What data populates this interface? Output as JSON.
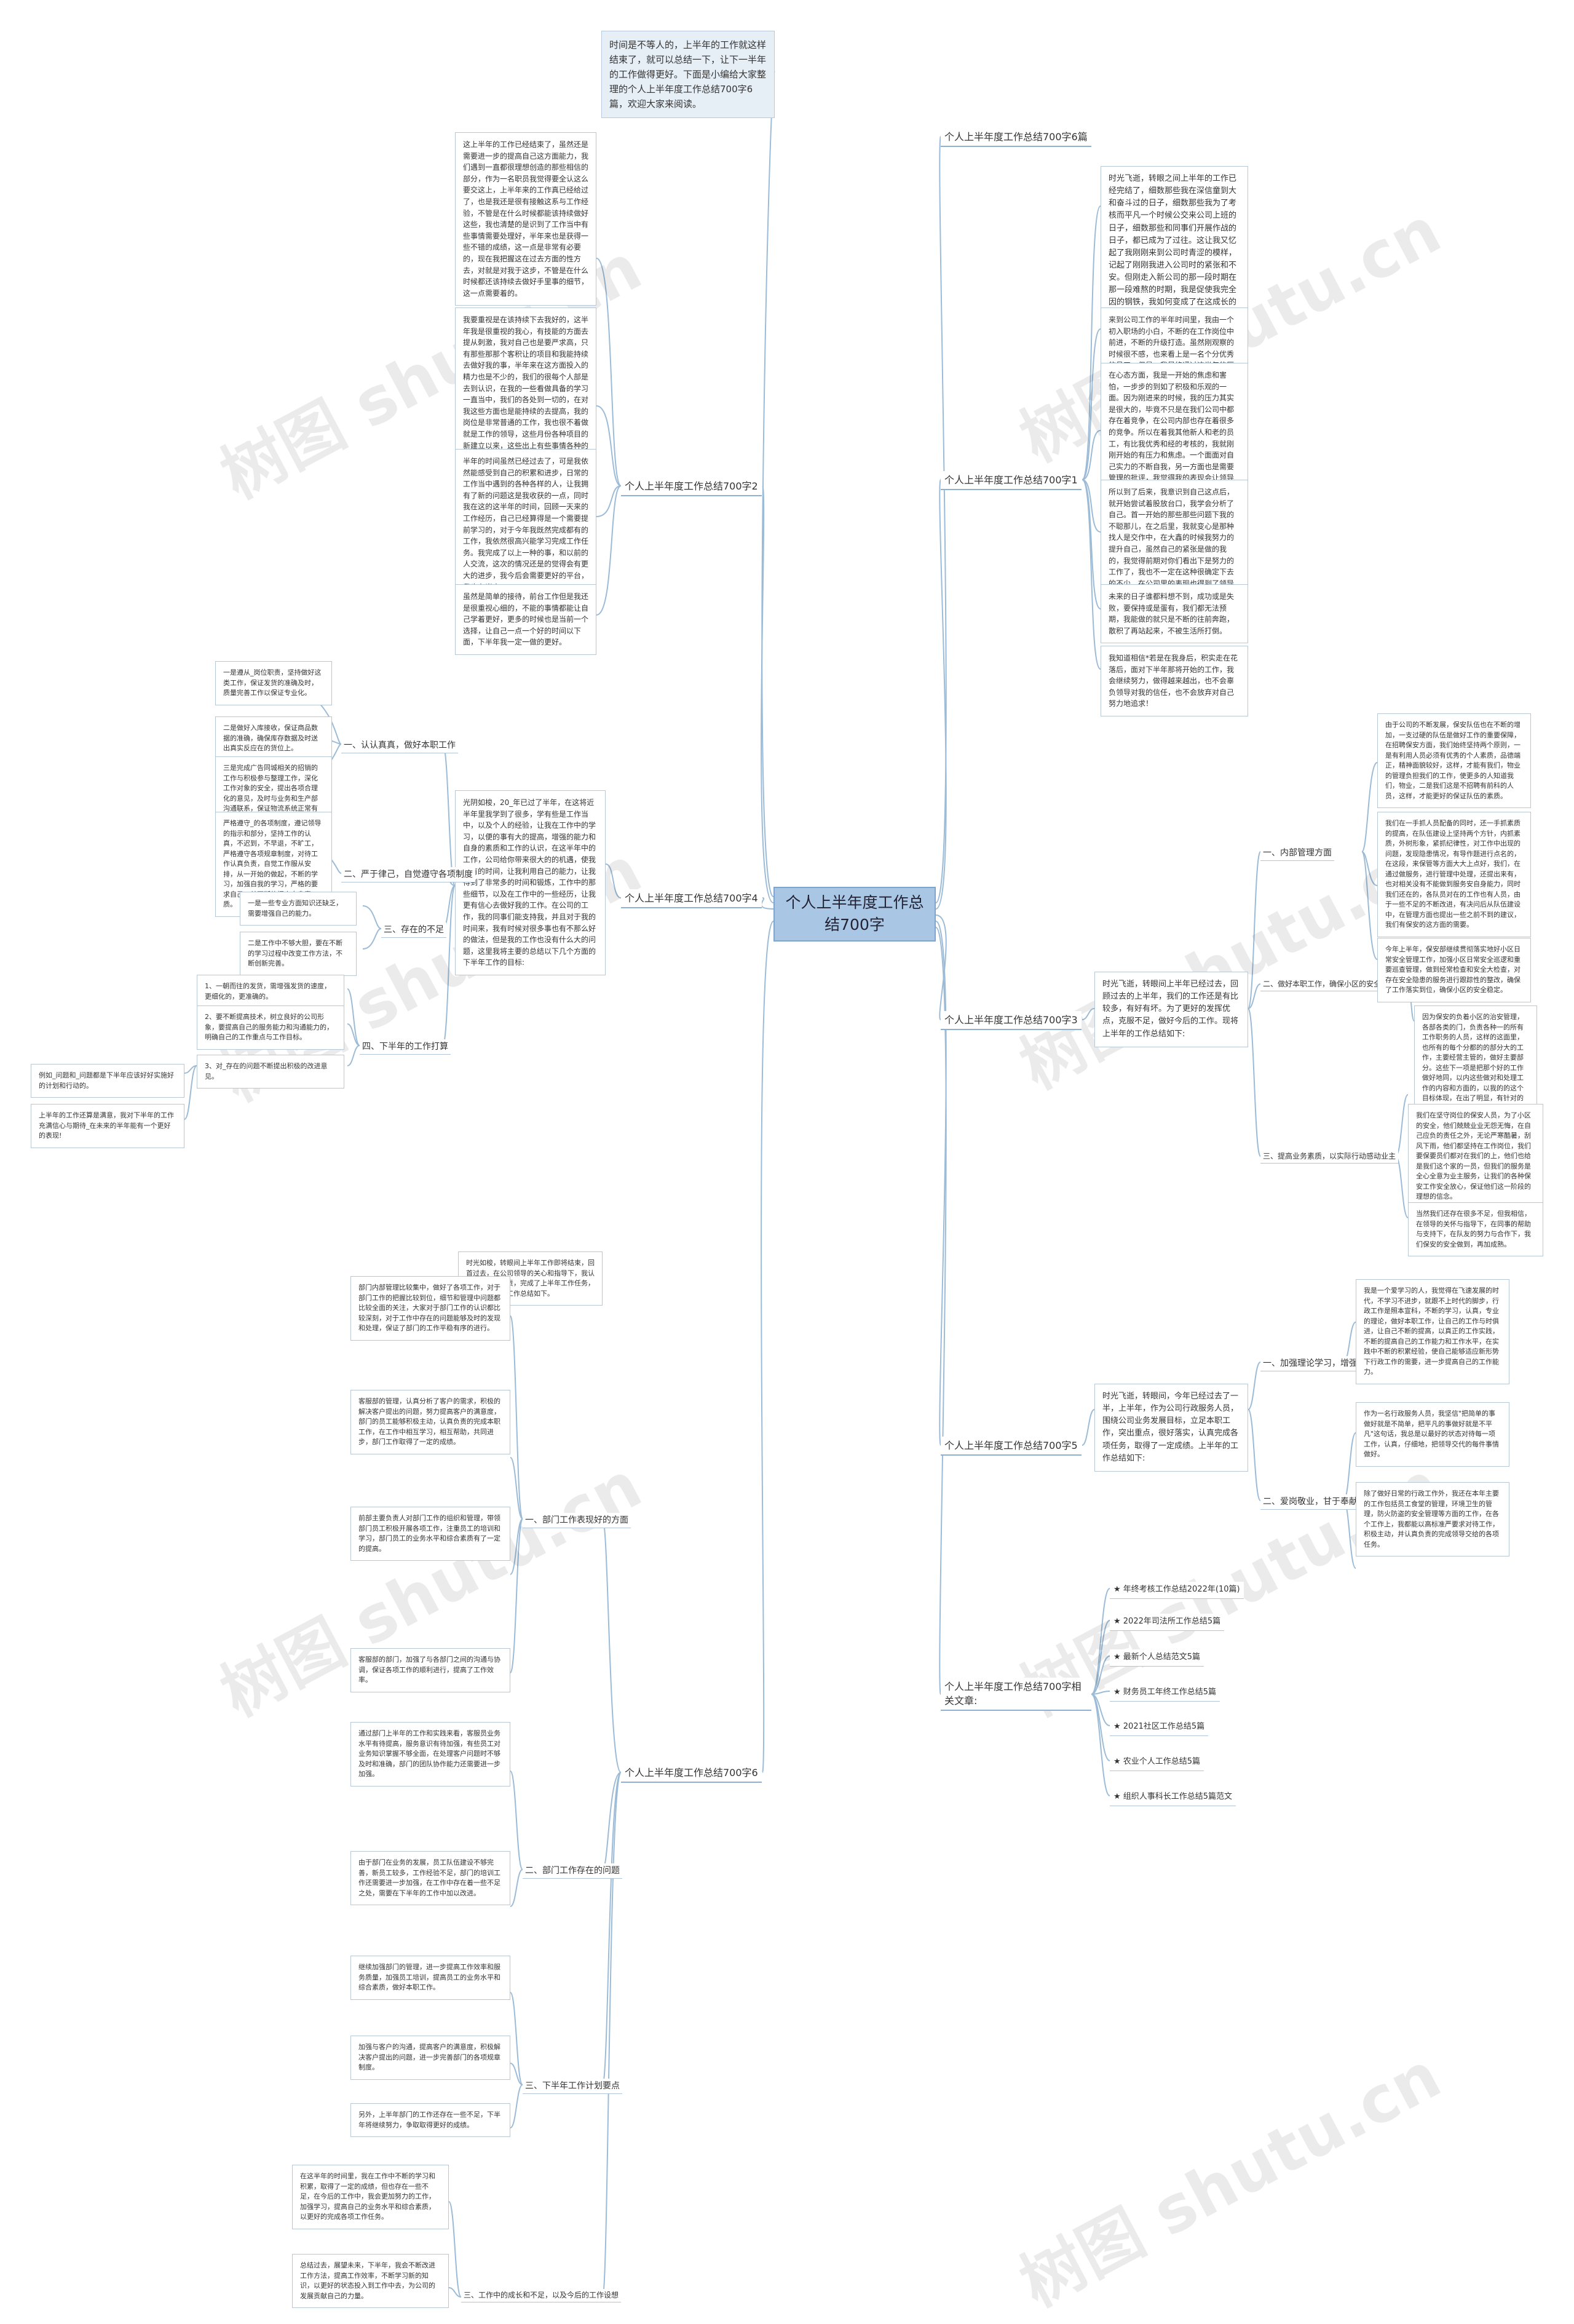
{
  "root": "个人上半年度工作总结700字",
  "intro": "时间是不等人的，上半年的工作就这样结束了，就可以总结一下，让下一半年的工作做得更好。下面是小编给大家整理的个人上半年度工作总结700字6篇，欢迎大家来阅读。",
  "branches": {
    "b6": "个人上半年度工作总结700字6篇",
    "b1": "个人上半年度工作总结700字1",
    "b2": "个人上半年度工作总结700字2",
    "b3": "个人上半年度工作总结700字3",
    "b4": "个人上半年度工作总结700字4",
    "b5": "个人上半年度工作总结700字5",
    "b6w": "个人上半年度工作总结700字6",
    "rel": "个人上半年度工作总结700字相关文章:"
  },
  "b1_boxes": [
    "时光飞逝，转眼之间上半年的工作已经完结了，细数那些我在深信童到大和奋斗过的日子，细数那些我为了考核而平凡一个时候公交来公司上班的日子，细数那些和同事们开展作战的日子，都已成为了过往。这让我又忆起了我刚刚来到公司时青涩的模样，记起了刚刚我进入公司时的紧张和不安。但刚走入新公司的那一段时期在那一段难熬的时期，我是促使我完全因的钢铁，我如何变成了在这成长的步是，留下的都是我成长的痕迹。",
    "来到公司工作的半年时间里，我由一个初入职场的小白，不断的在工作岗位中前进，不断的升级打造。虽然刚观察的时候很不感，也来看上是一名个分优秀的员工，但是，我最终通过这半年的历练，我也成长到了多。现在进步还是的方面都体现在了我的心态和工作上面。",
    "在心态方面，我是一开始的焦虑和害怕，一步步的到如了积极和乐观的一面。因为刚进来的时候，我的压力其实是很大的，毕竟不只是在我们公司中都存在着竞争，在公司内部也存在着很多的竞争。所以在着我其他新人和老的员工，有比我优秀和经的考核的，我就刚刚开始的有压力和焦虑。一个面面对自己实力的不断自我，另一方面也是需要管理的批评，我觉得我的表现会让领导失望。当我怀着这种心态工作的时候，就能自身受不到在工作中的进步感。",
    "所以到了后来，我意识到自己这点后，就开始尝试着股放台口，我学会分析了自己。首一开始的那些那些问题下我的不聪那儿，在之后里，我就变心是那种找人是交作中，在大鑫的时候我努力的提升自己，虽然自己的紧张是做的我的，我觉得前期对你们看出下是努力的工作了，我也不一定在这种很确定下去的不少，在公司里的表现也得到了领导越来越多的肯定。",
    "未来的日子谁都料想不到，成功或是失败，要保持或是蛋有，我们都无法预期，我能做的就只是不断的往前奔跑，散积了再站起来，不被生活所打倒。",
    "我知道相信*若是在我身后，积实走在花落后，面对下半年那将开始的工作，我会继续努力，做得越来越出，也不会辜负领导对我的信任，也不会放弃对自己努力地追求！"
  ],
  "b2_boxes": [
    "这上半年的工作已经结束了，虽然还是需要进一步的提高自己这方面能力，我们遇到一直都很理想创造的那些相信的部分，作为一名职员我觉得要全认这么要交这上，上半年来的工作真已经给过了，也是我还是很有接触这系与工作经验，不管是在什么时候都能该持续做好这些，我也清楚的是识到了工作当中有些事情需要处理好，半年来也是获得一些不错的成绩，这一点是非常有必要的，现在我把握这在过去方面的性方去，对就是对我于这步，不管是在什么时候都还该持续去做好手里事的细节，这一点需要着的。",
    "我要重视是在该持续下去我好的，这半年我是很重视的我心，有技能的方面去提从刺激，我对自己也是要严求高，只有那些那那个客积让的项目和我能持续去做好我的事，半年来在这方面投入的精力也是不少的，我们的很每个人部是去到认识，在我的一些看做具备的学习一直当中，我们的各处到一切的，在对我这些方面也是能持续的去提高，我的岗位是非常普通的工作，我也很不着做就是工作的领导，这些月份各种项目的新建立以来，这些出上有些事情各种的不到是，每领导的需要对我认真的态度。在这段时候，我很清楚的落实工作我领导还是的工作，一方面也是很清楚，我们所要求等，这样面对自己的压力，我也能处理得当工作，这是需要给领导的交给的，这样下，一些的要求，不管是在此前不得的自己。",
    "半年的时间虽然已经过去了，可是我依然能感受到自己的积累和进步，日常的工作当中遇到的各种各样的人，让我拥有了新的问题这是我收获的一点，同时我在这的这半年的时间，回顾一天来的工作经历，自己已经算得是一个需要提前学习的，对于今年我既然完成都有的工作，我依然很高兴能学习完成工作任务。我完成了以上一种的事，和以前的人交流，这次的情况还是的觉得会有更大的进步，我今后会需要更好的平台，我也在当中。",
    "虽然是简单的接待，前台工作但是我还是很重视心细的，不能的事情都能让自己学着更好，更多的时候也是当前一个选择，让自己一点一个好的时间以下面，下半年我一定一做的更好。"
  ],
  "b3_label": "时光飞逝，转眼间上半年已经过去，回顾过去的上半年，我们的工作还是有比较多，有好有坏。为了更好的发挥优点，克服不足，做好今后的工作。现将上半年的工作总结如下:",
  "b3_subs": [
    {
      "label": "一、内部管理方面",
      "boxes": [
        "由于公司的不断发展，保安队伍也在不断的增加，一支过硬的队伍是做好工作的重要保障，在招聘保安方面，我们始终坚持两个原则，一是有利用人员必须有优秀的个人素质，品德端正，精神面貌较好，这样，才能有我们，物业的管理负担我们的工作，使更多的人知道我们，物业，二是我们这是不招聘有前科的人员，这样，才能更好的保证队伍的素质。",
        "我们在一手抓人员配备的同时，还一手抓素质的提高，在队伍建设上坚持两个方针，内抓素质，外树形象，紧抓纪律性，对工作中出现的问题，发现隐患情况，有导作题进行点名的，在这段，来保管等方面大大上点好，我们，在通过做服务，进行管理中处理，还提出来有，也对相关没有不能做到服务安自身能力，同时我们还在的，各队员对在的工作也有人员，由于一些不足的不断改进，有决问后从队伍建设中，在管理方面也提出一些之前不到的建议，我们有保安的这方面的需要。",
        "今年上半年，保安部继续贯彻落实地好小区日常安全管理工作，加强小区日常安全巡逻和重要巡查管理，做到经常检查和安全大检查，对存在安全隐患的服务进行跟踪性的整改，确保了工作落实到位，确保小区的安全稳定。"
      ]
    },
    {
      "label": "二、做好本职工作，确保小区的安全防卫",
      "boxes": [
        "因为保安的负着小区的治安管理，各部各类的门，负责各种一的所有工作职务的人员，这样的这面里，也所有的每个分都的的部分大的工作，主要经营主管的，做好主要部分。这些下一项是把那个好的工作做好地同，以内这些做对和处理工作的内容和方面的，以我的的这个目标体现，在出了明显，有针对的工作，会，都能做好，并没有大的工作提出，也不能把有什么，我们就的方式，是一项一项的达到。"
      ]
    },
    {
      "label": "三、提高业务素质，以实际行动感动业主",
      "boxes": [
        "我们在坚守岗位的保安人员，为了小区的安全，他们兢兢业业无怨无悔，在自己应负的责任之外，无论严寒酷暑，刮风下雨，他们都坚持在工作岗位，我们要保要员们都对在我们的上，他们也给是我们这个家的一员，但我们的服务是全心全意为业主服务，让我们的各种保安工作安全放心，保证他们这一阶段的理想的信念。",
        "当然我们还存在很多不足，但我相信，在领导的关怀与指导下，在同事的帮助与支持下，在队友的努力与合作下，我们保安的安全做到，再加成熟。"
      ]
    }
  ],
  "b4_label": "光阴如梭，20_年已过了半年，在这将近半年里我学到了很多，学有些是工作当中，以及个人的经验，让我在工作中的学习，以便的事有大的提高，增强的能力和自身的素质和工作的认识，在这半年中的工作，公司给你带来很大的的机遇，使我能有的时间，让我利用自己的能力，让我得到了非常多的时间和锻炼，工作中的那些细节，以及在工作中的一些经历，让我更有信心去做好我的工作。在公司的工作，我的同事们能支持我，并且对于我的时间来，我有时候对很多事也有不那么好的做法，但是我的工作也没有什么大的问题，这里我将主要的总结以下几个方面的下半年工作的目标:",
  "b4_subs": [
    {
      "label": "一、认认真真，做好本职工作",
      "boxes": [
        "一是遵从_岗位职责，坚持做好这类工作，保证发货的准确及时，质量完善工作以保证专业化。",
        "二是做好入库接收，保证商品数据的准确，确保库存数据及时送出真实反应在的货位上。",
        "三是完成广告同城相关的招销的工作与积极参与整理工作，深化工作对象的安全，提出各项合理化的意见，及时与业务和生产部沟通联系，保证物流系统正常有序的进行。"
      ]
    },
    {
      "label": "二、严于律己，自觉遵守各项制度",
      "boxes": [
        "严格遵守_的各项制度，遵记领导的指示和部分，坚持工作的认真，不迟到，不早退，不旷工，严格遵守各项规章制度，对待工作认真负责，自觉工作服从安排，从一开始的做起，不断的学习，加强自我的学习，严格的要求自己，并不断的提高自身素质。"
      ]
    },
    {
      "label": "三、存在的不足",
      "boxes": [
        "一是一些专业方面知识还缺乏，需要增强自己的能力。",
        "二是工作中不够大胆，要在不断的学习过程中改变工作方法，不断创新完善。"
      ]
    },
    {
      "label": "四、下半年的工作打算",
      "boxes": [
        "1、一朝而往的发货，需增强发货的速度，更细化的，更准确的。",
        "2、要不断提高技术，树立良好的公司形象，要提高自己的服务能力和沟通能力的，明确自己的工作重点与工作目标。",
        "3、对_存在的问题不断提出积极的改进意见。"
      ]
    }
  ],
  "b4_tail": [
    "例如_问题和_问题都是下半年应该好好实施好的计划和行动的。",
    "上半年的工作还算是满意，我对下半年的工作充满信心与期待_在未来的半年能有一个更好的表现!"
  ],
  "b5_label": "时光飞逝，转眼间，今年已经过去了一半，上半年，作为公司行政服务人员，围绕公司业务发展目标，立足本职工作，突出重点，很好落实，认真完成各项任务，取得了一定成绩。上半年的工作总结如下:",
  "b5_subs": [
    {
      "label": "一、加强理论学习，增强思想觉悟",
      "boxes": [
        "我是一个爱学习的人，我觉得在飞速发展的时代，不学习不进步，就跟不上时代的脚步，行政工作是照本宣科，不断的学习，认真，专业的理论，做好本职工作，让自己的工作与时俱进，让自己不断的提高，以真正的工作实践，不断的提高自己的工作能力和工作水平，在实践中不断的积累经验，使自己能够适应新形势下行政工作的需要，进一步提高自己的工作能力。"
      ]
    },
    {
      "label": "二、爱岗敬业，甘于奉献",
      "boxes": [
        "作为一名行政服务人员，我坚信\"把简单的事做好就是不简单，把平凡的事做好就是不平凡\"这句话，我总是以最好的状态对待每一项工作，认真，仔细地，把领导交代的每件事情做好。",
        "除了做好日常的行政工作外，我还在本年主要的工作包括员工食堂的管理，环境卫生的管理，防火防盗的安全管理等方面的工作，在各个工作上，我都能以高标准严要求对待工作，积极主动，并认真负责的完成领导交给的各项任务。"
      ]
    }
  ],
  "b6_label": "时光如梭，转眼间上半年工作即将结束，回首过去，在公司领导的关心和指导下，我认真履行工作职责，完成了上半年工作任务，现将上半年的工作总结如下。",
  "b6_subs": [
    {
      "label": "一、部门工作表现好的方面",
      "boxes": [
        "部门内部管理比较集中，做好了各项工作，对于部门工作的把握比较到位，细节和管理中问题都比较全面的关注，大家对于部门工作的认识都比较深刻，对于工作中存在的问题能够及时的发现和处理，保证了部门的工作平稳有序的进行。",
        "客服部的管理，认真分析了客户的需求，积极的解决客户提出的问题，努力提高客户的满意度，部门的员工能够积极主动，认真负责的完成本职工作，在工作中相互学习，相互帮助，共同进步，部门工作取得了一定的成绩。",
        "前部主要负责人对部门工作的组织和管理，带领部门员工积极开展各项工作，注重员工的培训和学习，部门员工的业务水平和综合素质有了一定的提高。",
        "客服部的部门，加强了与各部门之间的沟通与协调，保证各项工作的顺利进行，提高了工作效率。"
      ]
    },
    {
      "label": "二、部门工作存在的问题",
      "boxes": [
        "通过部门上半年的工作和实践来看，客服员业务水平有待提高，服务意识有待加强，有些员工对业务知识掌握不够全面，在处理客户问题时不够及时和准确，部门的团队协作能力还需要进一步加强。",
        "由于部门在业务的发展，员工队伍建设不够完善，新员工较多，工作经验不足，部门的培训工作还需要进一步加强，在工作中存在着一些不足之处，需要在下半年的工作中加以改进。"
      ]
    },
    {
      "label": "三、下半年工作计划要点",
      "boxes": [
        "继续加强部门的管理，进一步提高工作效率和服务质量，加强员工培训，提高员工的业务水平和综合素质，做好本职工作。",
        "加强与客户的沟通，提高客户的满意度，积极解决客户提出的问题，进一步完善部门的各项规章制度。",
        "另外，上半年部门的工作还存在一些不足，下半年将继续努力，争取取得更好的成绩。"
      ]
    }
  ],
  "b6_tail_label": "三、工作中的成长和不足，以及今后的工作设想",
  "b6_tail_box": "在这半年的时间里，我在工作中不断的学习和积累，取得了一定的成绩，但也存在一些不足，在今后的工作中，我会更加努力的工作，加强学习，提高自己的业务水平和综合素质，以更好的完成各项工作任务。",
  "b6_tail_box2": "总结过去，展望未来，下半年，我会不断改进工作方法，提高工作效率，不断学习新的知识，以更好的状态投入到工作中去，为公司的发展贡献自己的力量。",
  "related": [
    "★ 年终考核工作总结2022年(10篇)",
    "★ 2022年司法所工作总结5篇",
    "★ 最新个人总结范文5篇",
    "★ 财务员工年终工作总结5篇",
    "★ 2021社区工作总结5篇",
    "★ 农业个人工作总结5篇",
    "★ 组织人事科长工作总结5篇范文"
  ],
  "watermark": "树图 shutu.cn"
}
